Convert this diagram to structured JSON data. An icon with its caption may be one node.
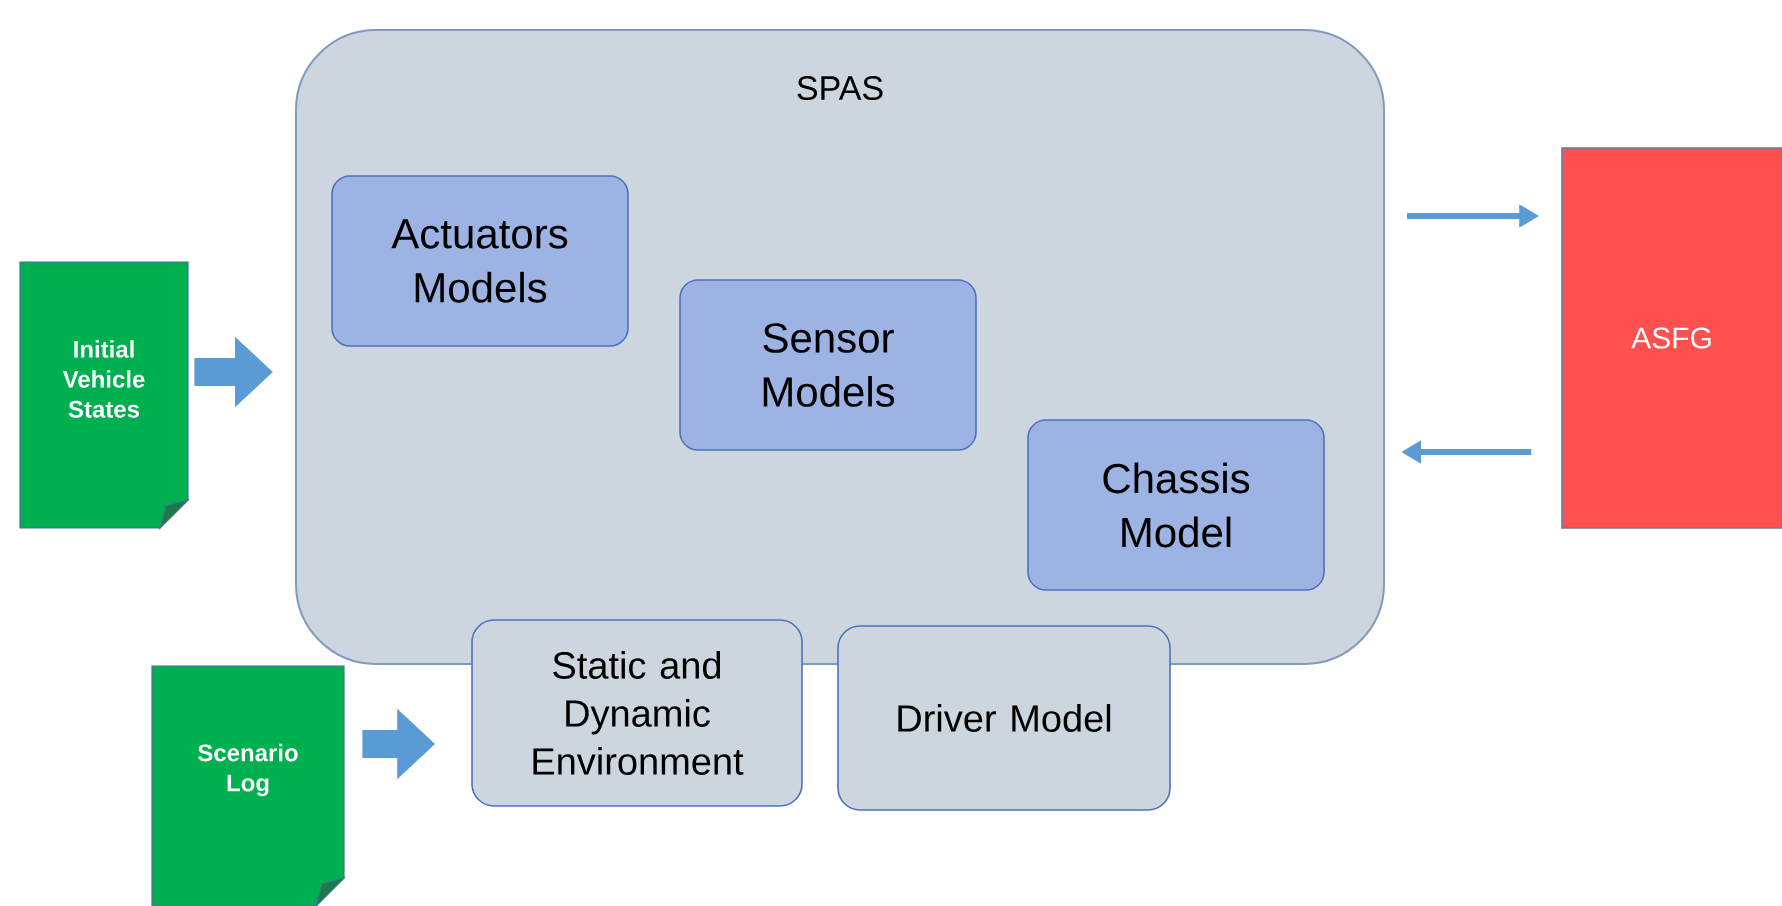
{
  "diagram": {
    "nodes": [
      {
        "text": [
          "SPAS"
        ]
      },
      {
        "text": [
          "Actuators Models"
        ],
        "in": 0
      },
      {
        "text": [
          "Sensor Models"
        ],
        "in": 0
      },
      {
        "text": [
          "Chassis Model"
        ],
        "in": 0
      },
      {
        "text": [
          "Initial Vehicle States"
        ]
      },
      {
        "text": [
          "ASFG"
        ]
      },
      {
        "text": [
          "Static and Dynamic Environment"
        ]
      },
      {
        "text": [
          "Driver Model"
        ]
      },
      {
        "text": [
          "Scenario Log"
        ]
      }
    ],
    "edges": [
      {
        "from": 4,
        "to": 0,
        "arrow": "to",
        "style": "thick"
      },
      {
        "from": 8,
        "to": 6,
        "arrow": "to",
        "style": "thick"
      },
      {
        "from": 0,
        "to": 5,
        "arrow": "to"
      },
      {
        "from": 5,
        "to": 0,
        "arrow": "to"
      }
    ]
  }
}
